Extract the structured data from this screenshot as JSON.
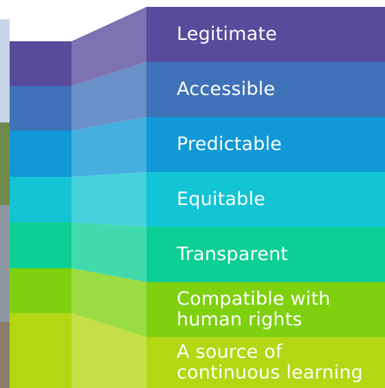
{
  "bands": [
    {
      "label": "Legitimate",
      "color": "#5a4a9c"
    },
    {
      "label": "Accessible",
      "color": "#3f72b8"
    },
    {
      "label": "Predictable",
      "color": "#1198d6"
    },
    {
      "label": "Equitable",
      "color": "#12c4d4"
    },
    {
      "label": "Transparent",
      "color": "#0ccf95"
    },
    {
      "label": "Compatible with human rights",
      "color": "#7fd10f"
    },
    {
      "label": "A source of continuous learning",
      "color": "#b3d712"
    }
  ],
  "colors": {
    "photo_sky": "#c8d6e8",
    "photo_trees": "#6f8a4a",
    "photo_water": "#8f97a3",
    "photo_shore": "#8a7d6a"
  }
}
